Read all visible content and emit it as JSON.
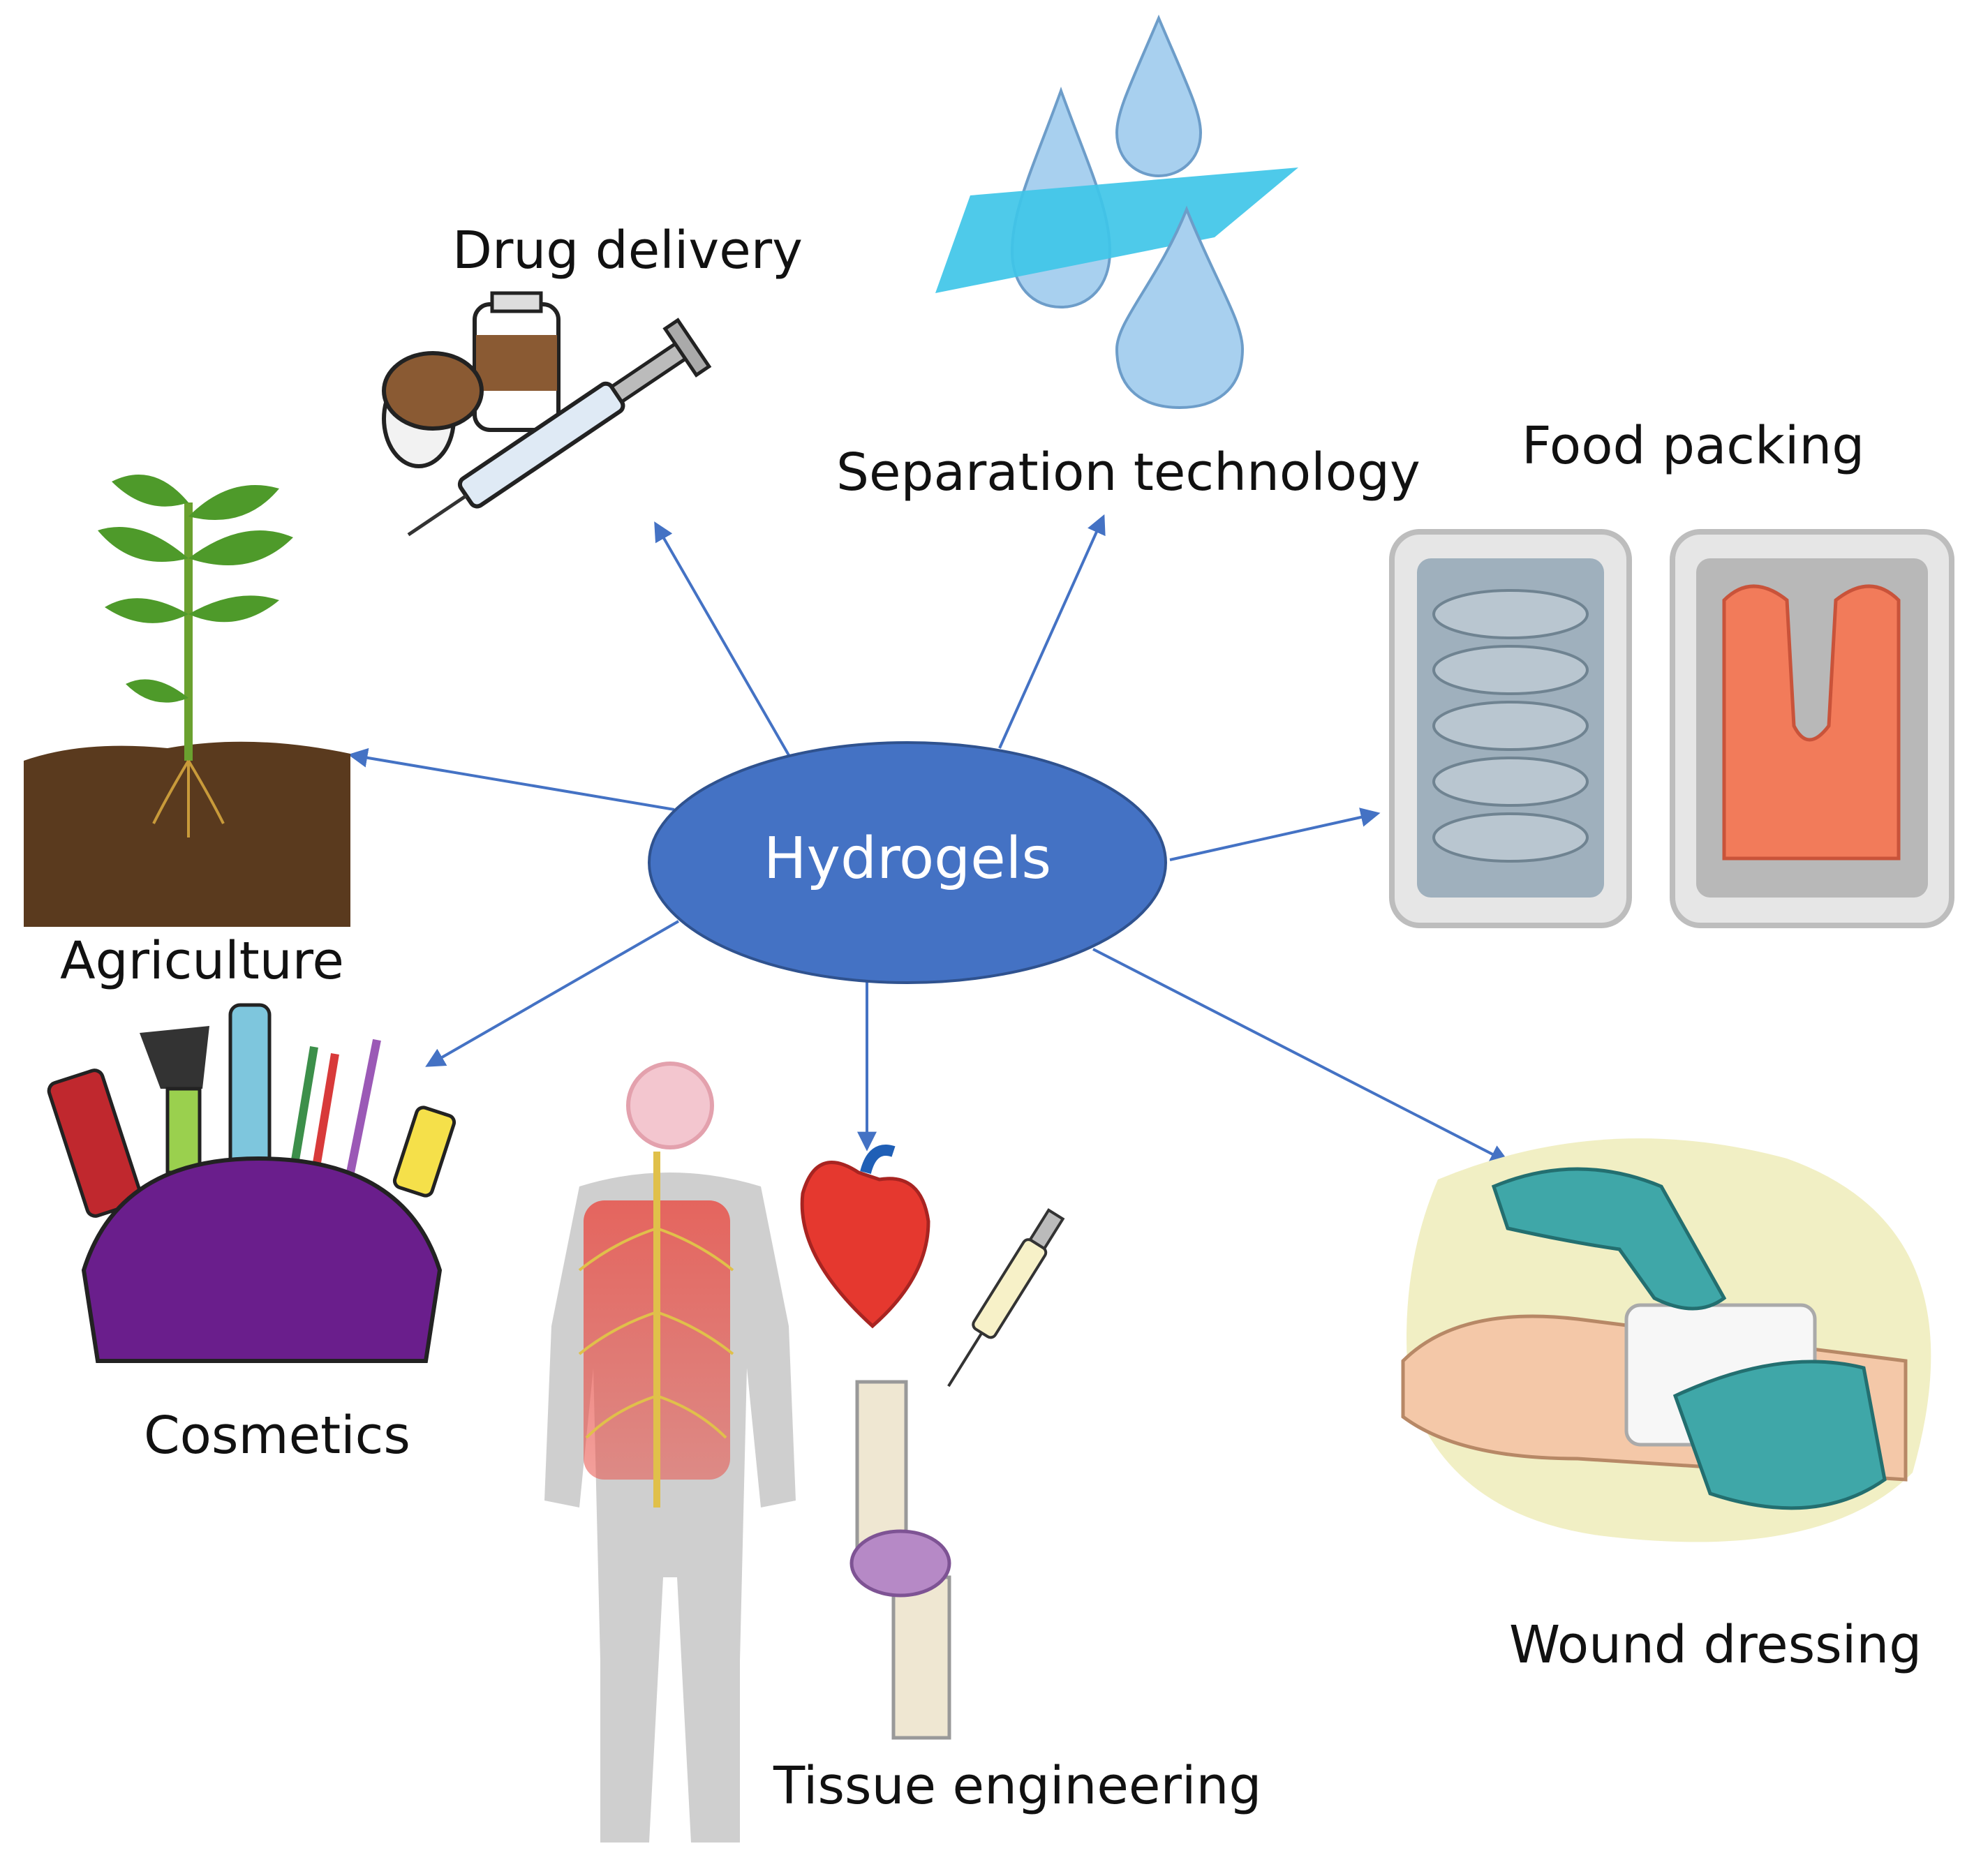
{
  "hub": {
    "label": "Hydrogels"
  },
  "applications": {
    "drug_delivery": "Drug delivery",
    "separation_technology": "Separation technology",
    "food_packing": "Food packing",
    "agriculture": "Agriculture",
    "cosmetics": "Cosmetics",
    "tissue_engineering": "Tissue engineering",
    "wound_dressing": "Wound dressing"
  },
  "colors": {
    "hub_fill": "#4472c4",
    "hub_stroke": "#2f528f",
    "arrow": "#4472c4",
    "soil": "#5a3a1e",
    "leaf": "#4e9a2a",
    "bag": "#6a1e8c",
    "glove": "#3fa7a8",
    "water": "#a8d0ef",
    "membrane": "#3fc6e8",
    "salmon": "#f27b5a",
    "skin": "#f4c8a8"
  },
  "icons": {
    "drug_delivery": "syringe-vial-icon",
    "separation_technology": "water-drops-membrane-icon",
    "food_packing": "packed-food-trays-icon",
    "agriculture": "plant-seedling-icon",
    "cosmetics": "makeup-bag-icon",
    "tissue_engineering": "human-body-heart-knee-icon",
    "wound_dressing": "bandaged-arm-icon"
  }
}
